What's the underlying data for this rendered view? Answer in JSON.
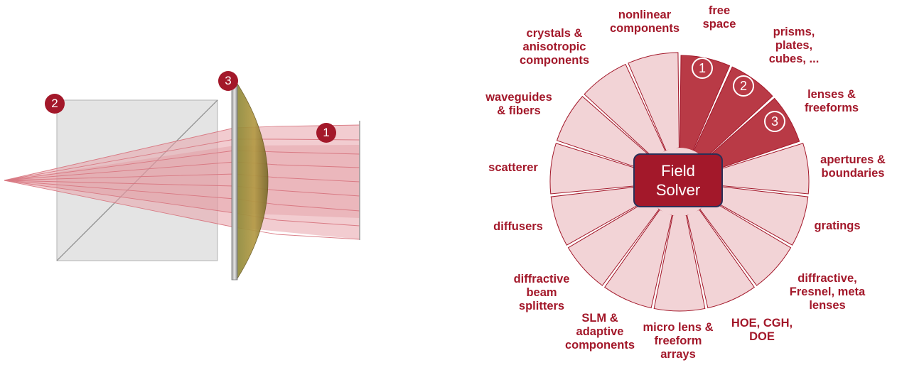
{
  "left_diagram": {
    "badges": [
      "2",
      "3",
      "1"
    ]
  },
  "wheel": {
    "center": "Field\nSolver",
    "colors": {
      "highlight": "#b93a46",
      "light": "#f2d3d6",
      "border": "#a3182a",
      "text": "#a3182a"
    },
    "segments": [
      {
        "label": "free\nspace",
        "badge": "1",
        "highlight": true
      },
      {
        "label": "prisms,\nplates,\ncubes, ...",
        "badge": "2",
        "highlight": true
      },
      {
        "label": "lenses &\nfreeforms",
        "badge": "3",
        "highlight": true
      },
      {
        "label": "apertures &\nboundaries"
      },
      {
        "label": "gratings"
      },
      {
        "label": "diffractive,\nFresnel, meta\nlenses"
      },
      {
        "label": "HOE, CGH,\nDOE"
      },
      {
        "label": "micro lens &\nfreeform\narrays"
      },
      {
        "label": "SLM &\nadaptive\ncomponents"
      },
      {
        "label": "diffractive\nbeam\nsplitters"
      },
      {
        "label": "diffusers"
      },
      {
        "label": "scatterer"
      },
      {
        "label": "waveguides\n& fibers"
      },
      {
        "label": "crystals &\nanisotropic\ncomponents"
      },
      {
        "label": "nonlinear\ncomponents"
      }
    ]
  }
}
